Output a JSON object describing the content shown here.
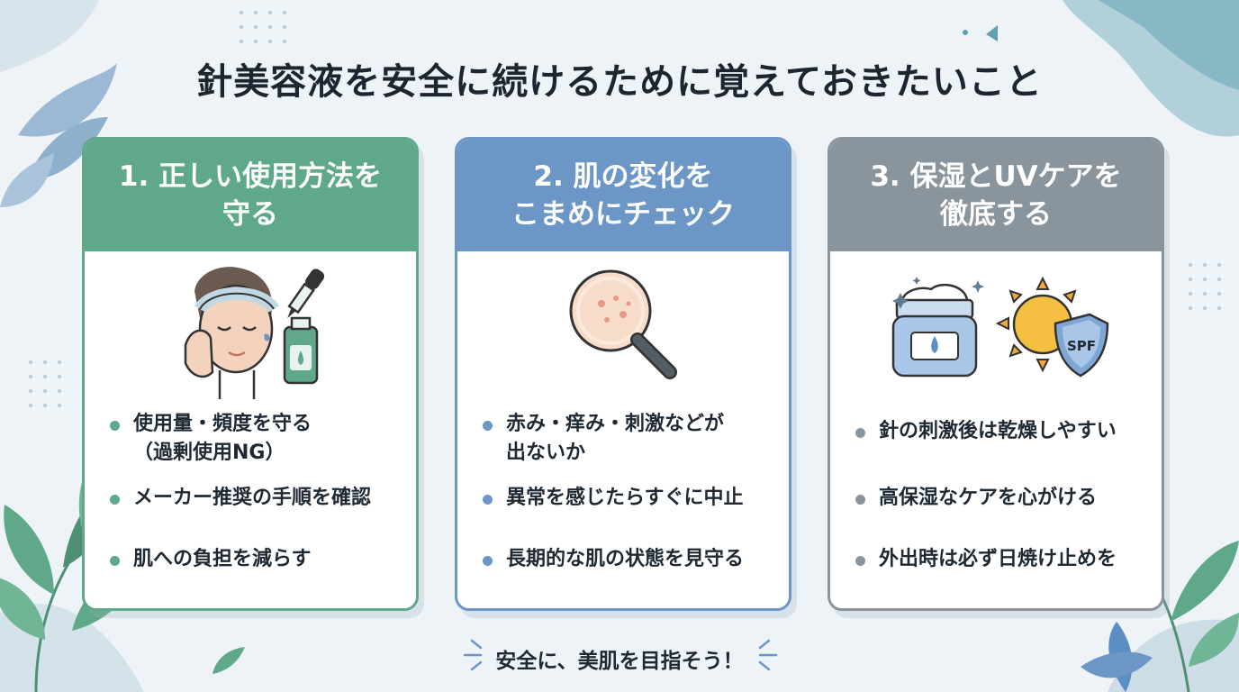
{
  "title": "針美容液を安全に続けるために覚えておきたいこと",
  "cards": [
    {
      "heading": "1. 正しい使用方法を\n守る",
      "accent": "#5fa88a",
      "illustration": "woman-applying-serum-dropper-icon",
      "points": [
        {
          "line1": "使用量・頻度を守る",
          "line2": "（過剰使用NG）"
        },
        {
          "line1": "メーカー推奨の手順を確認",
          "line2": ""
        },
        {
          "line1": "肌への負担を減らす",
          "line2": ""
        }
      ]
    },
    {
      "heading": "2. 肌の変化を\nこまめにチェック",
      "accent": "#6b96c6",
      "illustration": "magnifying-glass-skin-icon",
      "points": [
        {
          "line1": "赤み・痒み・刺激などが",
          "line2": "出ないか"
        },
        {
          "line1": "異常を感じたらすぐに中止",
          "line2": ""
        },
        {
          "line1": "長期的な肌の状態を見守る",
          "line2": ""
        }
      ]
    },
    {
      "heading": "3. 保湿とUVケアを\n徹底する",
      "accent": "#8a949c",
      "illustration": "cream-jar-and-sun-spf-shield-icon",
      "spf_label": "SPF",
      "points": [
        {
          "line1": "針の刺激後は乾燥しやすい",
          "line2": ""
        },
        {
          "line1": "高保湿なケアを心がける",
          "line2": ""
        },
        {
          "line1": "外出時は必ず日焼け止めを",
          "line2": ""
        }
      ]
    }
  ],
  "footer": "安全に、美肌を目指そう！"
}
